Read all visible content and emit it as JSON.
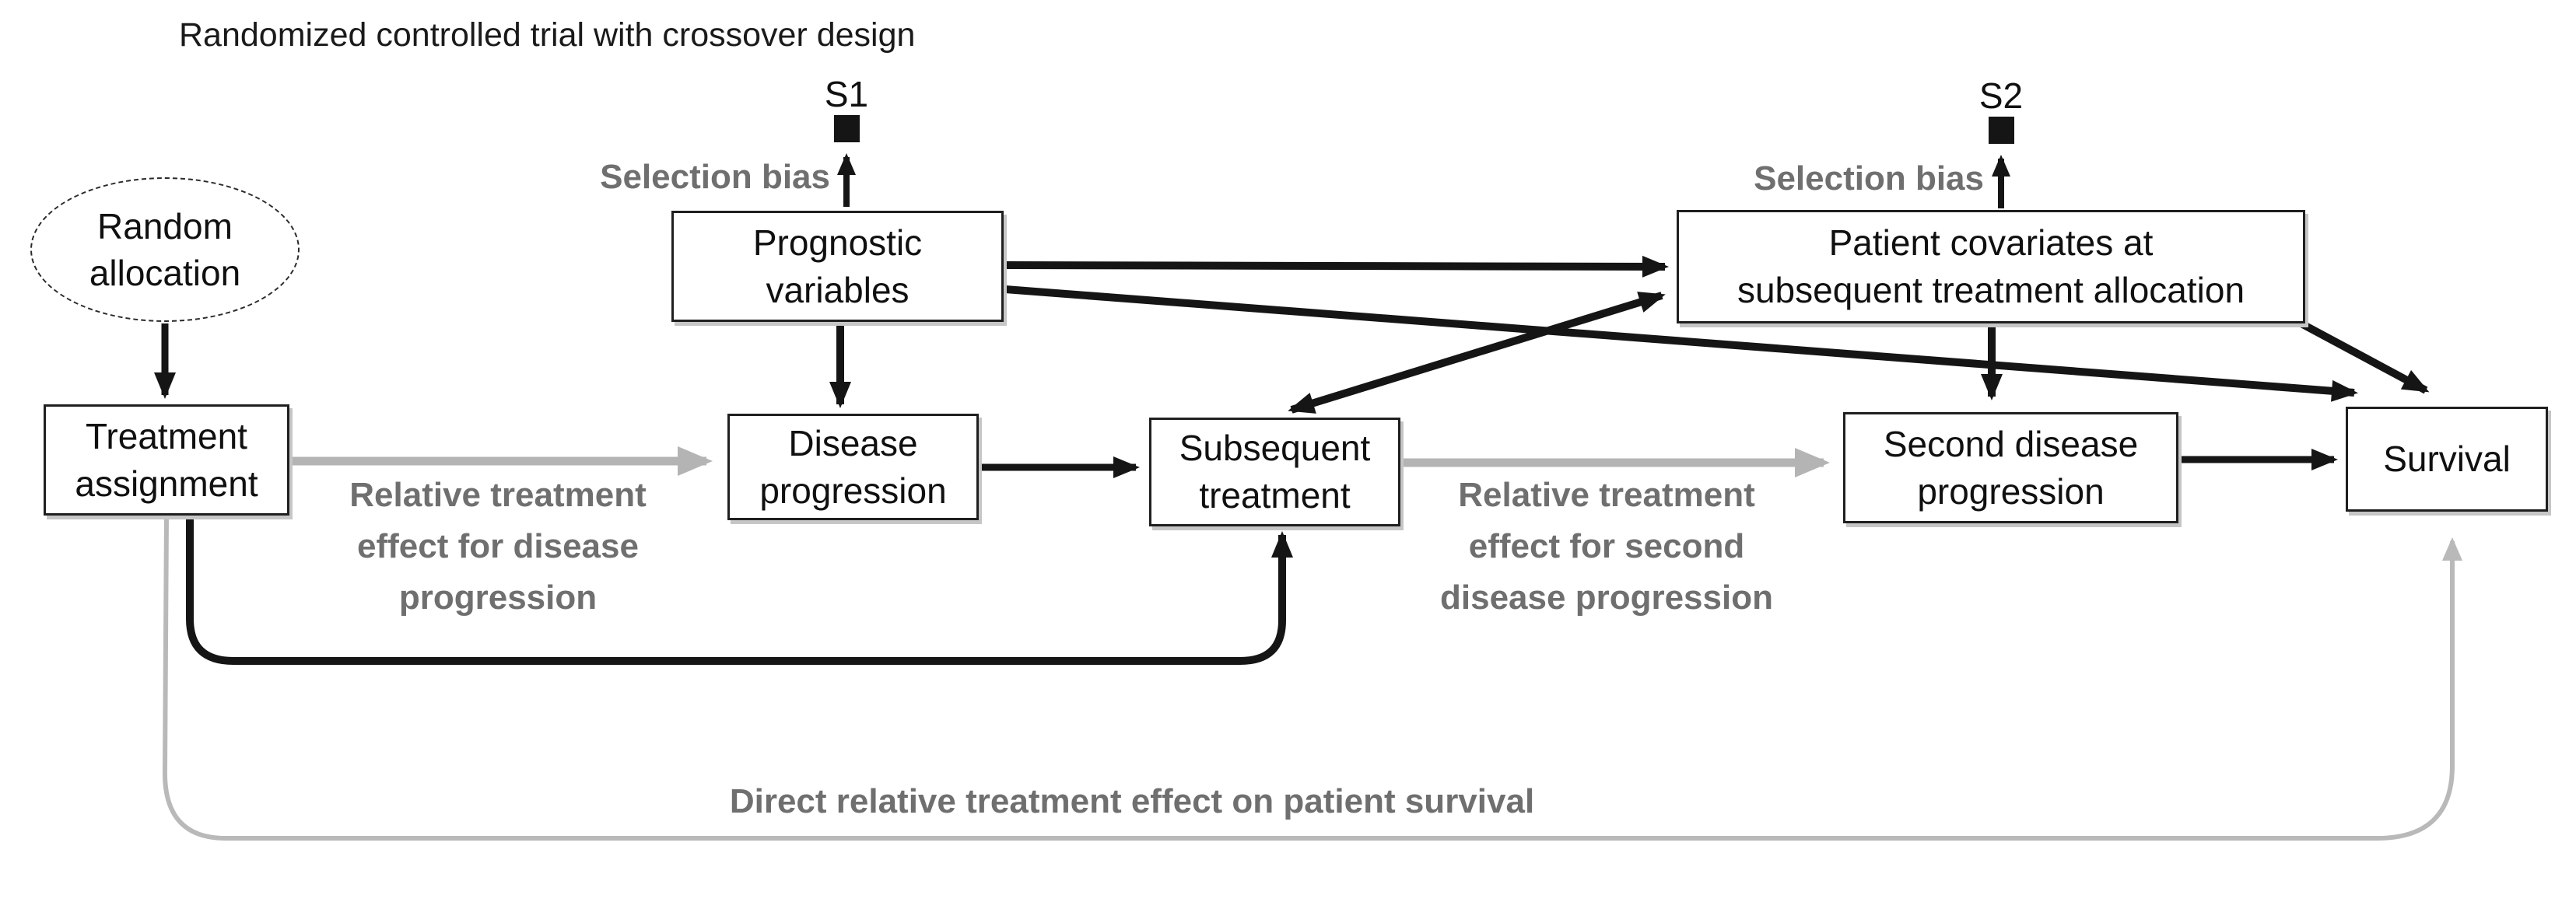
{
  "figure": {
    "title": "Randomized controlled trial with crossover design"
  },
  "nodes": {
    "random_allocation": {
      "label": "Random\nallocation",
      "shape": "dashed-ellipse"
    },
    "treatment_assignment": {
      "label": "Treatment\nassignment",
      "shape": "box"
    },
    "prognostic_variables": {
      "label": "Prognostic\nvariables",
      "shape": "box"
    },
    "s1": {
      "label": "S1",
      "shape": "filled-square"
    },
    "disease_progression": {
      "label": "Disease\nprogression",
      "shape": "box"
    },
    "subsequent_treatment": {
      "label": "Subsequent\ntreatment",
      "shape": "box"
    },
    "patient_covariates": {
      "label": "Patient covariates at\nsubsequent treatment allocation",
      "shape": "box"
    },
    "s2": {
      "label": "S2",
      "shape": "filled-square"
    },
    "second_disease_progression": {
      "label": "Second disease\nprogression",
      "shape": "box"
    },
    "survival": {
      "label": "Survival",
      "shape": "box"
    }
  },
  "edge_labels": {
    "selection_bias_s1": "Selection bias",
    "selection_bias_s2": "Selection bias",
    "relative_effect_disease_progression": "Relative treatment\neffect for disease\nprogression",
    "relative_effect_second_progression": "Relative treatment\neffect for second\ndisease progression",
    "direct_effect_survival": "Direct relative treatment effect on patient survival"
  },
  "edges": [
    {
      "from": "random_allocation",
      "to": "treatment_assignment",
      "style": "black"
    },
    {
      "from": "prognostic_variables",
      "to": "s1",
      "style": "black",
      "label": "Selection bias"
    },
    {
      "from": "prognostic_variables",
      "to": "disease_progression",
      "style": "black"
    },
    {
      "from": "prognostic_variables",
      "to": "patient_covariates",
      "style": "black"
    },
    {
      "from": "prognostic_variables",
      "to": "survival",
      "style": "black"
    },
    {
      "from": "treatment_assignment",
      "to": "disease_progression",
      "style": "gray",
      "label": "Relative treatment effect for disease progression"
    },
    {
      "from": "treatment_assignment",
      "to": "subsequent_treatment",
      "style": "black"
    },
    {
      "from": "treatment_assignment",
      "to": "survival",
      "style": "gray-thin",
      "label": "Direct relative treatment effect on patient survival"
    },
    {
      "from": "disease_progression",
      "to": "subsequent_treatment",
      "style": "black"
    },
    {
      "from": "patient_covariates",
      "to": "s2",
      "style": "black",
      "label": "Selection bias"
    },
    {
      "from": "patient_covariates",
      "to": "subsequent_treatment",
      "style": "black",
      "bidirectional": true
    },
    {
      "from": "patient_covariates",
      "to": "second_disease_progression",
      "style": "black"
    },
    {
      "from": "patient_covariates",
      "to": "survival",
      "style": "black"
    },
    {
      "from": "subsequent_treatment",
      "to": "second_disease_progression",
      "style": "gray",
      "label": "Relative treatment effect for second disease progression"
    },
    {
      "from": "second_disease_progression",
      "to": "survival",
      "style": "black"
    }
  ],
  "colors": {
    "black_edge": "#151515",
    "gray_edge": "#b4b4b4",
    "gray_text": "#6f6f6f",
    "box_border": "#1f1f1f",
    "box_shadow": "#c6c6c6",
    "background": "#ffffff"
  }
}
